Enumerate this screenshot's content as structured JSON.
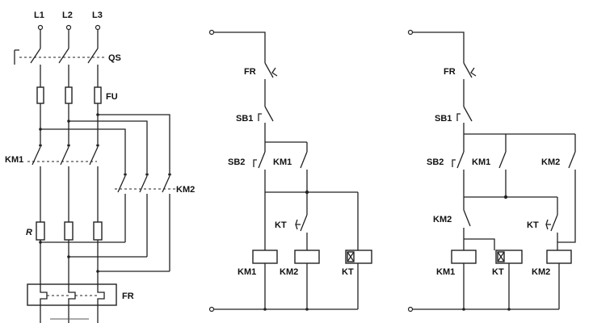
{
  "power": {
    "phase1": "L1",
    "phase2": "L2",
    "phase3": "L3",
    "switch": "QS",
    "fuse": "FU",
    "contactor1": "KM1",
    "contactor2": "KM2",
    "resistor": "R",
    "relay": "FR"
  },
  "control1": {
    "fr": "FR",
    "sb1": "SB1",
    "sb2": "SB2",
    "km1_contact": "KM1",
    "kt_contact": "KT",
    "coil_km1": "KM1",
    "coil_km2": "KM2",
    "coil_kt": "KT"
  },
  "control2": {
    "fr": "FR",
    "sb1": "SB1",
    "sb2": "SB2",
    "km1_contact": "KM1",
    "km2_contact": "KM2",
    "km2_nc": "KM2",
    "kt_contact": "KT",
    "coil_km1": "KM1",
    "coil_kt": "KT",
    "coil_km2": "KM2"
  }
}
